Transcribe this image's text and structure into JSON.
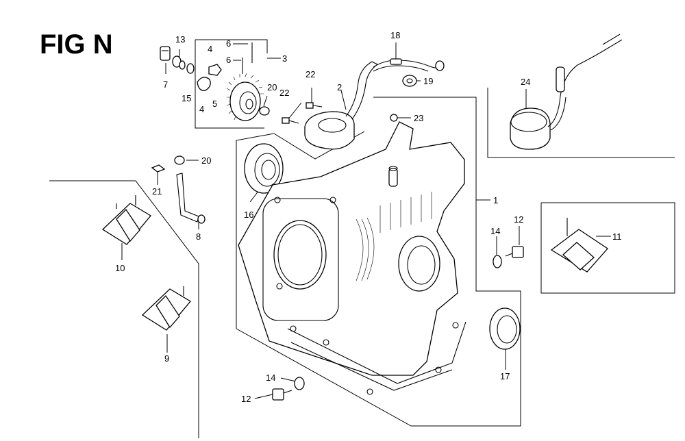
{
  "figure": {
    "title": "FIG N"
  },
  "callouts": {
    "c1": "1",
    "c2": "2",
    "c3": "3",
    "c4a": "4",
    "c4b": "4",
    "c5": "5",
    "c6a": "6",
    "c6b": "6",
    "c7": "7",
    "c8": "8",
    "c9": "9",
    "c10": "10",
    "c11": "11",
    "c12a": "12",
    "c12b": "12",
    "c13": "13",
    "c14a": "14",
    "c14b": "14",
    "c15": "15",
    "c16": "16",
    "c17": "17",
    "c18": "18",
    "c19": "19",
    "c20a": "20",
    "c20b": "20",
    "c21": "21",
    "c22a": "22",
    "c22b": "22",
    "c23": "23",
    "c24": "24"
  }
}
